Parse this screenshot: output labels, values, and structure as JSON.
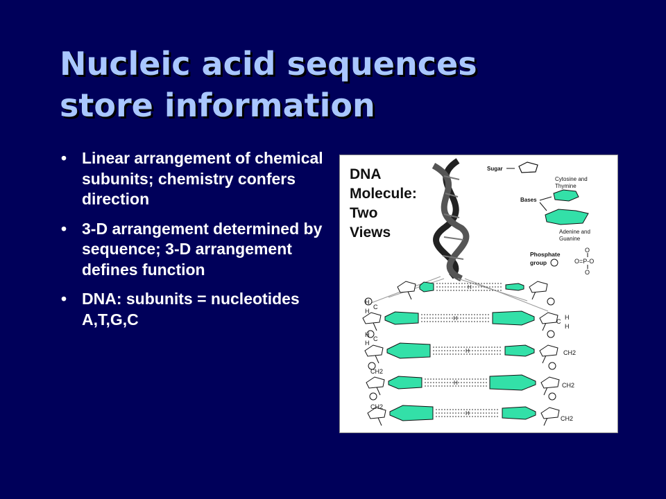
{
  "slide": {
    "title_lines": [
      "Nucleic acid sequences",
      "store information"
    ],
    "bullets": [
      "Linear arrangement of chemical subunits; chemistry confers direction",
      "3-D arrangement determined by sequence; 3-D arrangement defines function",
      "DNA: subunits = nucleotides A,T,G,C"
    ],
    "bullet_glyph": "•"
  },
  "figure": {
    "heading_lines": [
      "DNA",
      "Molecule:",
      "Two",
      "Views"
    ],
    "legend": {
      "sugar": "Sugar",
      "cytosine_thymine": [
        "Cytosine and",
        "Thymine"
      ],
      "bases": "Bases",
      "adenine_guanine": [
        "Adenine and",
        "Guanine"
      ],
      "phosphate": [
        "Phosphate",
        "group"
      ]
    },
    "base_color": "#33e0a8",
    "atoms": [
      "H",
      "C",
      "CH2",
      "O",
      "P"
    ]
  }
}
